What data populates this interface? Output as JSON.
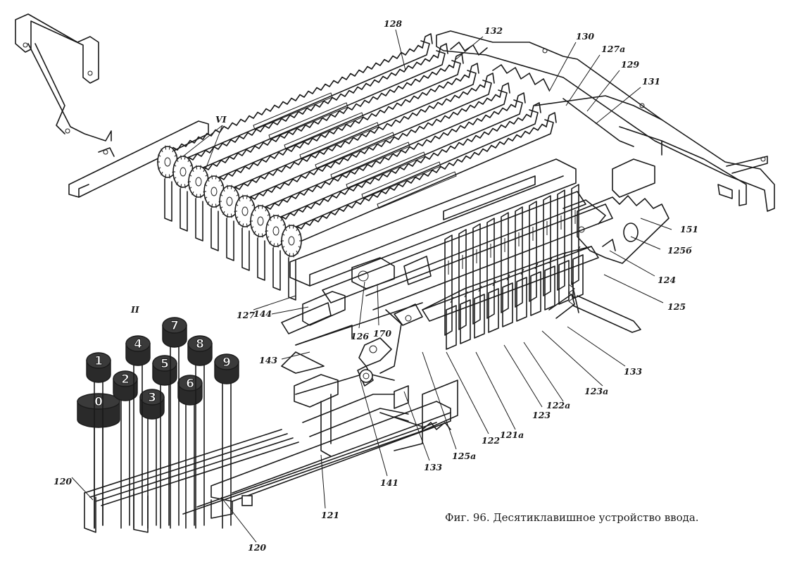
{
  "caption": "Фиг. 96. Десятиклавишное устройство ввода.",
  "callouts": {
    "l128": "128",
    "l132": "132",
    "l130": "130",
    "l127a": "127а",
    "l129": "129",
    "l131": "131",
    "lVI": "VI",
    "lII": "II",
    "l151": "151",
    "l125b": "125б",
    "l124": "124",
    "l125": "125",
    "l127": "127",
    "l144": "144",
    "l126": "126",
    "l170": "170",
    "l143": "143",
    "l133a": "133",
    "l123a": "123а",
    "l122a": "122а",
    "l123": "123",
    "l121a": "121а",
    "l122": "122",
    "l125a": "125а",
    "l133b": "133",
    "l141": "141",
    "l120a": "120",
    "l121": "121",
    "l120b": "120"
  },
  "keys": [
    "0",
    "1",
    "2",
    "3",
    "4",
    "5",
    "6",
    "7",
    "8",
    "9"
  ]
}
